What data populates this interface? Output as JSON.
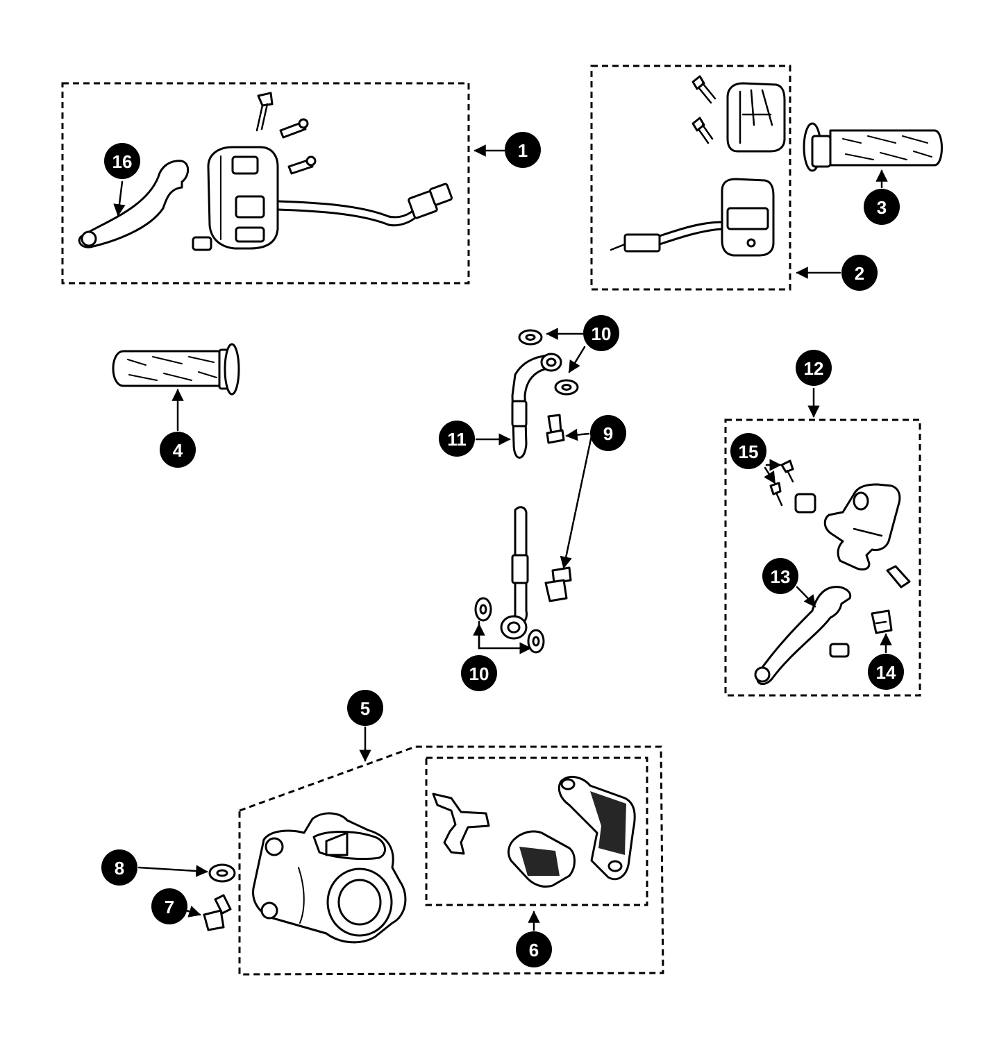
{
  "callouts": [
    {
      "id": "1",
      "label": "1"
    },
    {
      "id": "2",
      "label": "2"
    },
    {
      "id": "3",
      "label": "3"
    },
    {
      "id": "4",
      "label": "4"
    },
    {
      "id": "5",
      "label": "5"
    },
    {
      "id": "6",
      "label": "6"
    },
    {
      "id": "7",
      "label": "7"
    },
    {
      "id": "8",
      "label": "8"
    },
    {
      "id": "9",
      "label": "9"
    },
    {
      "id": "10a",
      "label": "10"
    },
    {
      "id": "10b",
      "label": "10"
    },
    {
      "id": "11",
      "label": "11"
    },
    {
      "id": "12",
      "label": "12"
    },
    {
      "id": "13",
      "label": "13"
    },
    {
      "id": "14",
      "label": "14"
    },
    {
      "id": "15",
      "label": "15"
    },
    {
      "id": "16",
      "label": "16"
    }
  ],
  "parts": {
    "left_switch_assembly": "left-handlebar-switch-assembly",
    "right_switch_assembly": "right-handlebar-switch-assembly",
    "throttle_grip": "throttle-grip",
    "left_grip": "left-grip",
    "brake_caliper": "brake-caliper",
    "brake_pads": "brake-pad-set",
    "caliper_bolt": "caliper-bolt",
    "caliper_washer": "washer",
    "banjo_bolt": "banjo-bolt",
    "sealing_washer": "sealing-washer",
    "brake_hose": "brake-hose",
    "master_cylinder": "master-cylinder-assembly",
    "brake_lever": "brake-lever",
    "brake_switch": "brake-light-switch",
    "reservoir_screw": "reservoir-screw",
    "clutch_lever": "clutch-lever"
  }
}
